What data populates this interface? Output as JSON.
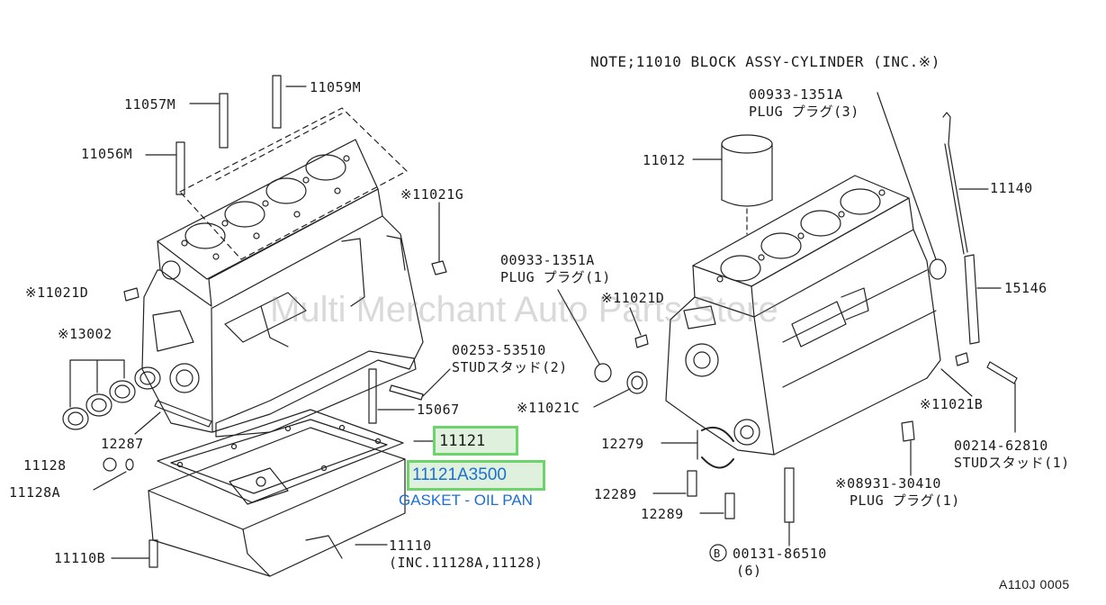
{
  "note": "NOTE;11010 BLOCK ASSY-CYLINDER (INC.※)",
  "watermark": "Multi Merchant Auto Parts Store",
  "footer_code": "A110J 0005",
  "colors": {
    "highlight_border": "#6cd46a",
    "highlight_fill": "#dff0dc",
    "link_blue": "#1b6fd6"
  },
  "highlight": {
    "part_number": "11121",
    "selected_part": "11121A3500",
    "selected_desc": "GASKET - OIL PAN"
  },
  "labels": {
    "p11057m": "11057M",
    "p11059m": "11059M",
    "p11056m": "11056M",
    "p11021g": "※11021G",
    "p11021d_left": "※11021D",
    "p13002": "※13002",
    "p00253_num": "00253-53510",
    "p00253_desc": "STUDスタッド(2)",
    "p15067": "15067",
    "p12287": "12287",
    "p11128": "11128",
    "p11128a": "11128A",
    "p11110b": "11110B",
    "p11110": "11110",
    "p11110_inc": "(INC.11128A,11128)",
    "p00933_top_num": "00933-1351A",
    "p00933_top_desc": "PLUG プラグ(3)",
    "p11012": "11012",
    "p11140": "11140",
    "p00933_mid_num": "00933-1351A",
    "p00933_mid_desc": "PLUG プラグ(1)",
    "p11021d_right": "※11021D",
    "p15146": "15146",
    "p11021c": "※11021C",
    "p11021b": "※11021B",
    "p12279": "12279",
    "p00214_num": "00214-62810",
    "p00214_desc": "STUDスタッド(1)",
    "p12289_a": "12289",
    "p12289_b": "12289",
    "p08931_num": "※08931-30410",
    "p08931_desc": "PLUG プラグ(1)",
    "p00131_mark": "B",
    "p00131_num": "00131-86510",
    "p00131_qty": "(6)"
  }
}
